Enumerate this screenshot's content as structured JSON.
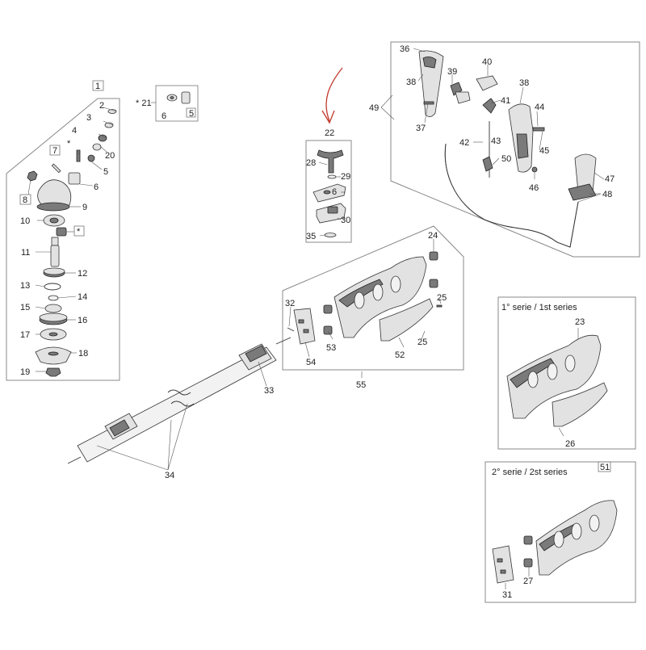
{
  "arrow_color": "#c0392b",
  "panels": {
    "second_series": "2° serie / 2st series",
    "first_series": "1° serie / 1st series"
  },
  "markers": {
    "star": "*",
    "star_21": "* 21"
  },
  "labels": {
    "p1": "1",
    "p2": "2",
    "p3": "3",
    "p4": "4",
    "p5": "5",
    "p5b": "5",
    "p6": "6",
    "p6b": "6",
    "p7": "7",
    "p8": "8",
    "p9": "9",
    "p10": "10",
    "p11": "11",
    "p12": "12",
    "p13": "13",
    "p14": "14",
    "p15": "15",
    "p16": "16",
    "p17": "17",
    "p18": "18",
    "p19": "19",
    "p20": "20",
    "p22": "22",
    "p23": "23",
    "p24": "24",
    "p25": "25",
    "p25b": "25",
    "p26": "26",
    "p27": "27",
    "p28": "28",
    "p29": "29",
    "p30": "30",
    "p31": "31",
    "p32": "32",
    "p33": "33",
    "p34": "34",
    "p35": "35",
    "p36": "36",
    "p37": "37",
    "p38": "38",
    "p38b": "38",
    "p39": "39",
    "p40": "40",
    "p41": "41",
    "p42": "42",
    "p43": "43",
    "p44": "44",
    "p45": "45",
    "p46": "46",
    "p47": "47",
    "p48": "48",
    "p49": "49",
    "p50": "50",
    "p51": "51",
    "p52": "52",
    "p53": "53",
    "p54": "54",
    "p55": "55"
  }
}
